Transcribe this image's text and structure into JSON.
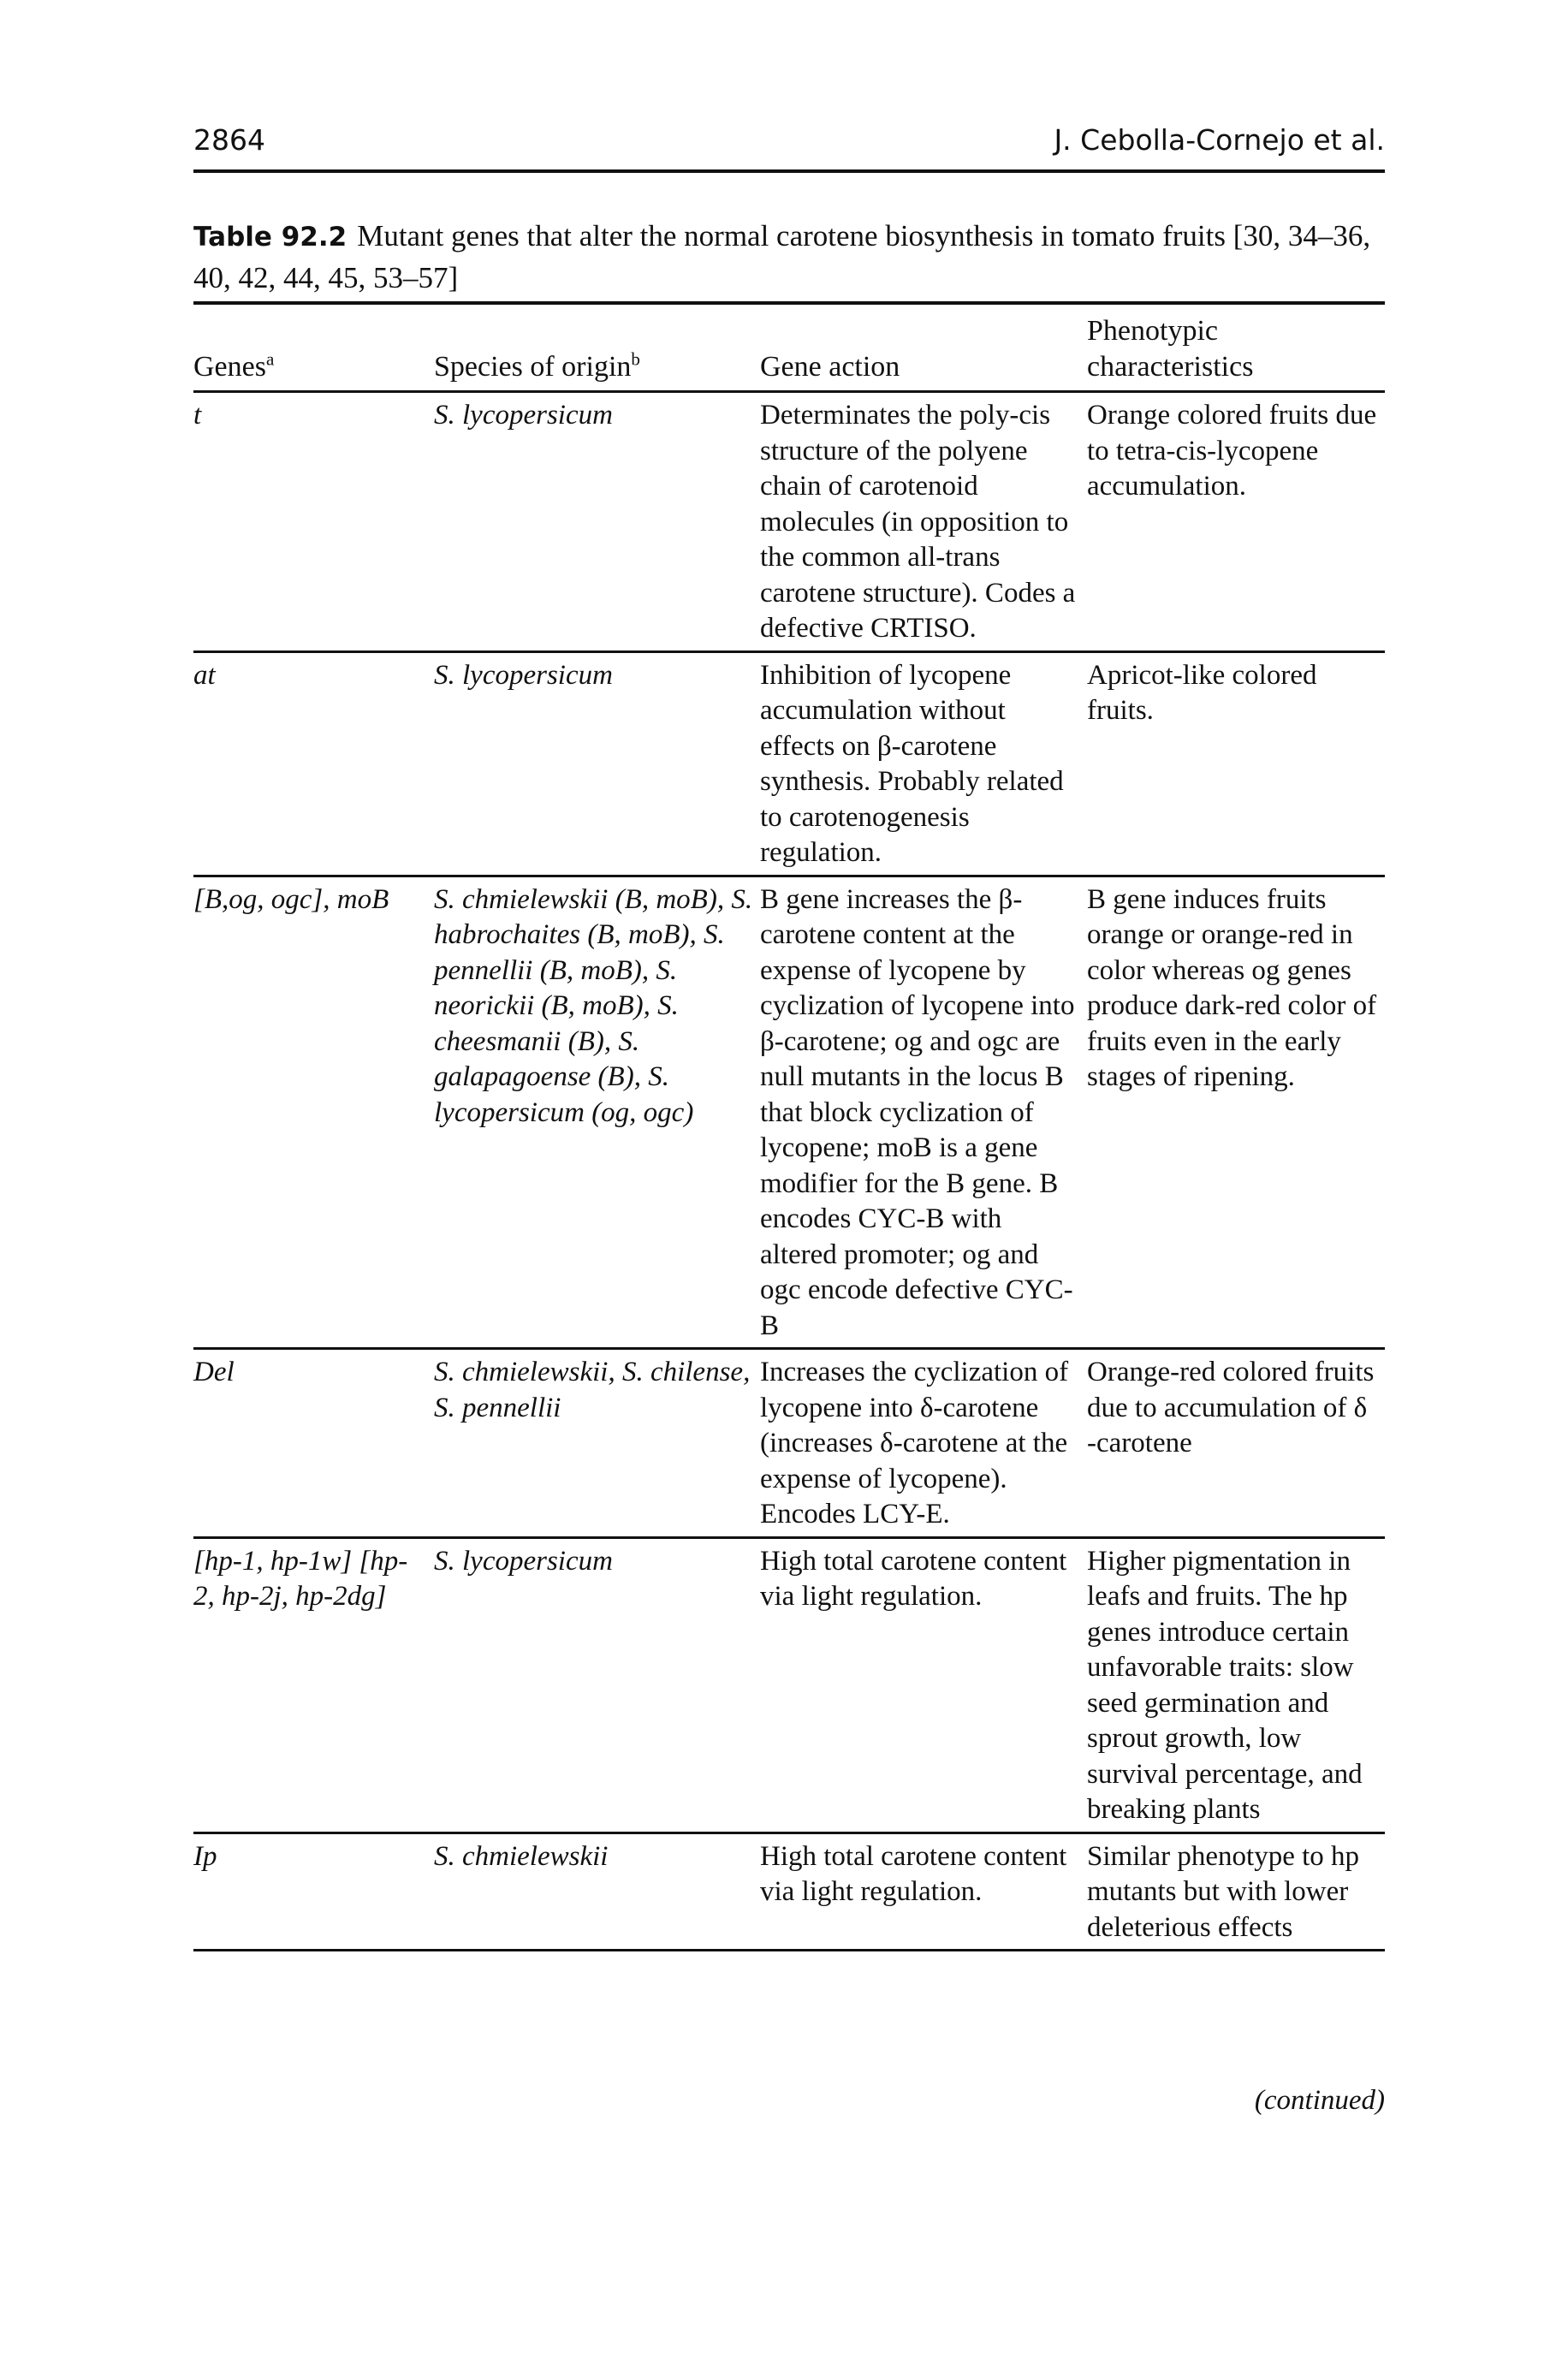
{
  "header": {
    "page_number": "2864",
    "running_head": "J. Cebolla-Cornejo et al."
  },
  "caption": {
    "label": "Table 92.2",
    "text": "Mutant genes that alter the normal carotene biosynthesis in tomato fruits [30, 34–36, 40, 42, 44, 45, 53–57]"
  },
  "table": {
    "headers": {
      "genes": "Genes",
      "genes_sup": "a",
      "species": "Species of origin",
      "species_sup": "b",
      "action": "Gene action",
      "phenotype": "Phenotypic characteristics"
    },
    "rows": [
      {
        "gene": "t",
        "species": "S. lycopersicum",
        "action": "Determinates the poly-cis structure of the polyene chain of carotenoid molecules (in opposition to the common all-trans carotene structure). Codes a defective CRTISO.",
        "phenotype": "Orange colored fruits due to tetra-cis-lycopene accumulation."
      },
      {
        "gene": "at",
        "species": "S. lycopersicum",
        "action": "Inhibition of lycopene accumulation without effects on β-carotene synthesis. Probably related to carotenogenesis regulation.",
        "phenotype": "Apricot-like colored fruits."
      },
      {
        "gene": "[B,og, ogc], moB",
        "species": "S. chmielewskii (B, moB), S. habrochaites (B, moB), S. pennellii (B, moB), S. neorickii (B, moB), S. cheesmanii (B), S. galapagoense (B), S. lycopersicum (og, ogc)",
        "action": "B gene increases the β-carotene content at the expense of lycopene by cyclization of lycopene into β-carotene; og and ogc are null mutants in the locus B that block cyclization of lycopene; moB is a gene modifier for the B gene. B encodes CYC-B with altered promoter; og and ogc encode defective CYC-B",
        "phenotype": "B gene induces fruits orange or orange-red in color whereas og genes produce dark-red color of fruits even in the early stages of ripening."
      },
      {
        "gene": "Del",
        "species": "S. chmielewskii, S. chilense, S. pennellii",
        "action": "Increases the cyclization of lycopene into δ-carotene (increases δ-carotene at the expense of lycopene). Encodes LCY-E.",
        "phenotype": "Orange-red colored fruits due to accumulation of δ -carotene"
      },
      {
        "gene": "[hp-1, hp-1w] [hp-2, hp-2j, hp-2dg]",
        "species": "S. lycopersicum",
        "action": "High total carotene content via light regulation.",
        "phenotype": "Higher pigmentation in leafs and fruits. The hp genes introduce certain unfavorable traits: slow seed germination and sprout growth, low survival percentage, and breaking plants"
      },
      {
        "gene": "Ip",
        "species": "S. chmielewskii",
        "action": "High total carotene content via light regulation.",
        "phenotype": "Similar phenotype to hp mutants but with lower deleterious effects"
      }
    ]
  },
  "footer": {
    "continued": "(continued)"
  }
}
